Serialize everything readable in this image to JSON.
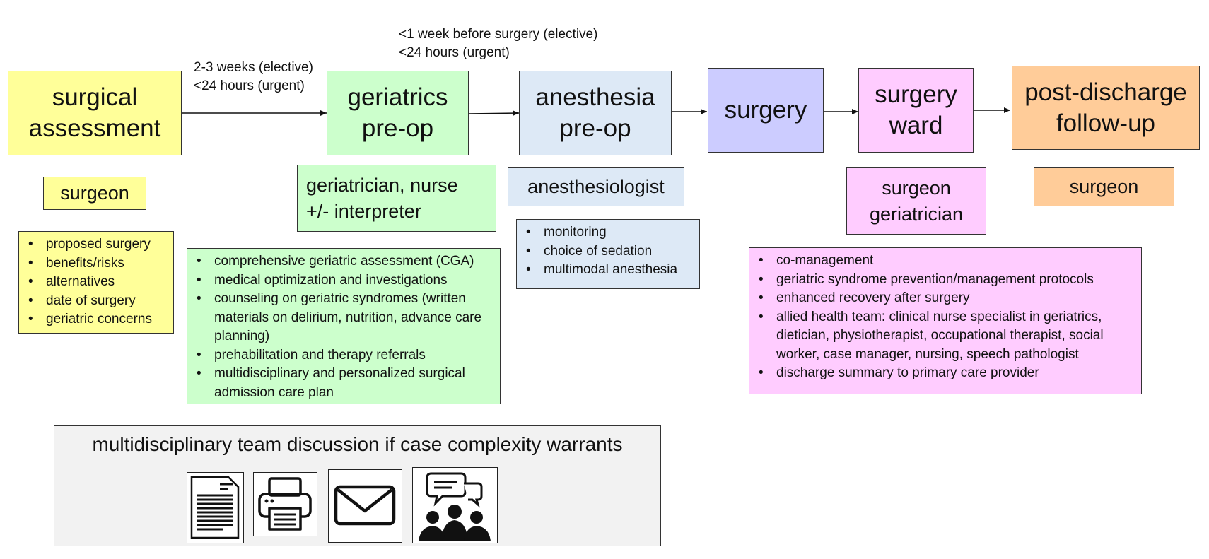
{
  "stages": {
    "surgical_assessment": "surgical\nassessment",
    "geriatrics_preop": "geriatrics\npre-op",
    "anesthesia_preop": "anesthesia\npre-op",
    "surgery": "surgery",
    "surgery_ward": "surgery\nward",
    "post_discharge": "post-discharge\nfollow-up"
  },
  "timings": {
    "assessment_to_geriatrics": "2-3 weeks (elective)\n<24 hours (urgent)",
    "geriatrics_to_anesthesia": "<1 week before surgery (elective)\n<24 hours (urgent)"
  },
  "roles": {
    "surgical_assessment": "surgeon",
    "geriatrics_preop": "geriatrician, nurse\n+/- interpreter",
    "anesthesia_preop": "anesthesiologist",
    "surgery_ward": "surgeon\ngeriatrician",
    "post_discharge": "surgeon"
  },
  "details": {
    "surgical_assessment": [
      "proposed surgery",
      "benefits/risks",
      "alternatives",
      "date of surgery",
      "geriatric concerns"
    ],
    "geriatrics_preop": [
      "comprehensive geriatric assessment (CGA)",
      "medical optimization and investigations",
      "counseling on geriatric syndromes (written materials on delirium, nutrition, advance care planning)",
      "prehabilitation and therapy referrals",
      "multidisciplinary and personalized surgical admission care plan"
    ],
    "anesthesia_preop": [
      "monitoring",
      "choice of sedation",
      "multimodal anesthesia"
    ],
    "surgery_ward": [
      "co-management",
      "geriatric syndrome prevention/management protocols",
      "enhanced recovery after surgery",
      "allied health team: clinical nurse specialist in geriatrics, dietician, physiotherapist, occupational therapist, social worker, case manager, nursing, speech pathologist",
      "discharge summary to primary care provider"
    ]
  },
  "mdt": {
    "title": "multidisciplinary team discussion if case complexity warrants",
    "icons": [
      "document-icon",
      "printer-icon",
      "envelope-icon",
      "team-discussion-icon"
    ]
  },
  "colors": {
    "yellow": "#ffff99",
    "green": "#ccffcc",
    "light_blue": "#dde9f6",
    "lavender": "#ccccff",
    "pink": "#ffccff",
    "orange": "#ffcc99",
    "gray": "#f2f2f2"
  }
}
